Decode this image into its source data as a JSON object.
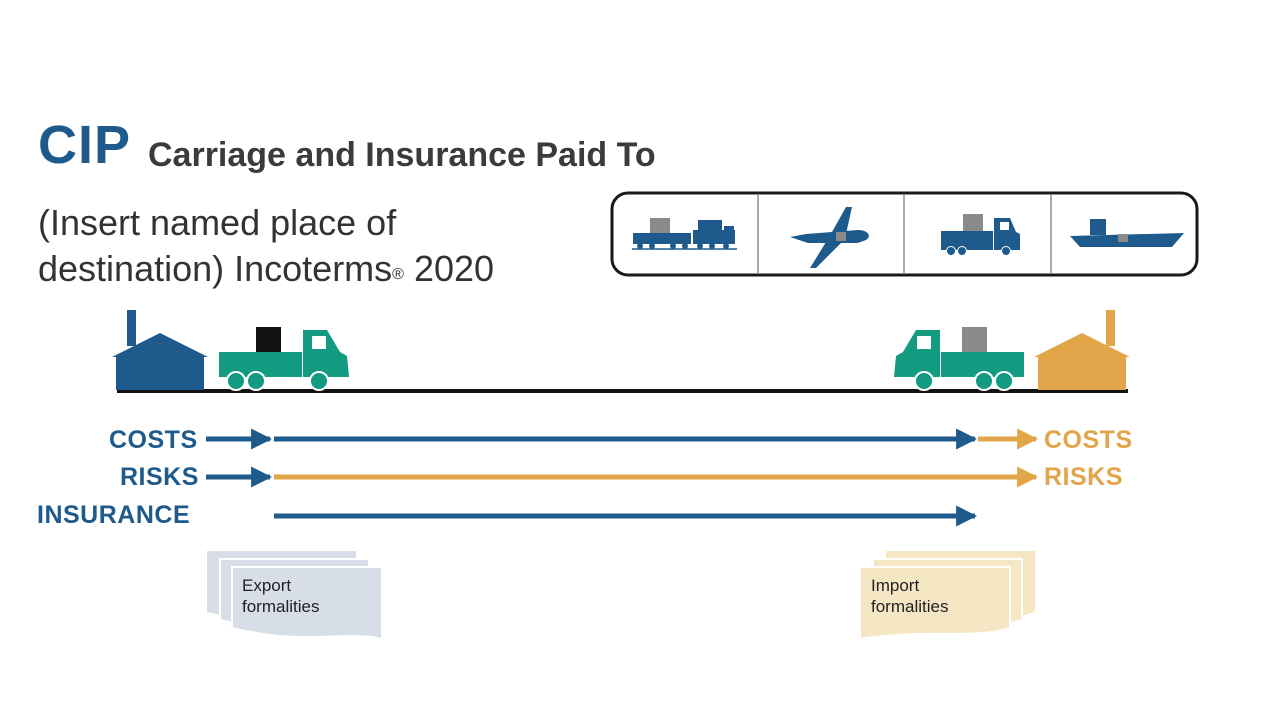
{
  "header": {
    "abbr": "CIP",
    "full_name": "Carriage and Insurance Paid To",
    "subtitle_line1": "(Insert named place of",
    "subtitle_line2_pre": "destination) Incoterms",
    "subtitle_reg": "®",
    "subtitle_year": " 2020"
  },
  "transport_modes": [
    "train-icon",
    "plane-icon",
    "truck-icon",
    "ship-icon"
  ],
  "rows": {
    "costs_left": "COSTS",
    "risks_left": "RISKS",
    "insurance_left": "INSURANCE",
    "costs_right": "COSTS",
    "risks_right": "RISKS"
  },
  "documents": {
    "export_line1": "Export",
    "export_line2": "formalities",
    "import_line1": "Import",
    "import_line2": "formalities"
  },
  "colors": {
    "seller_blue": "#1f5a8c",
    "buyer_orange": "#e3a54a",
    "truck_green": "#129b80",
    "export_doc": "#d8dee8",
    "import_doc": "#f5e6c4"
  }
}
